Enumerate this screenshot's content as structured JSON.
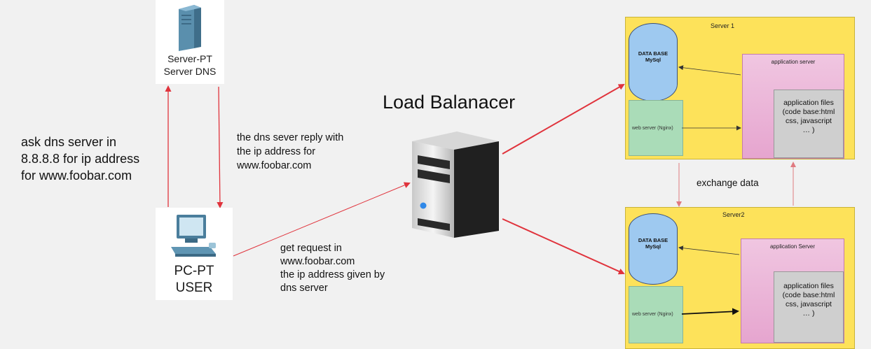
{
  "dns_server": {
    "label_line1": "Server-PT",
    "label_line2": "Server DNS"
  },
  "user_pc": {
    "label_line1": "PC-PT",
    "label_line2": "USER"
  },
  "load_balancer": {
    "title": "Load Balanacer"
  },
  "notes": {
    "ask_dns": "ask dns server in\n8.8.8.8 for ip address\nfor www.foobar.com",
    "dns_reply": "the dns sever reply with\nthe ip address for\nwww.foobar.com",
    "get_request": "get request in\nwww.foobar.com\nthe ip address given by\ndns server",
    "exchange": "exchange data"
  },
  "server1": {
    "title": "Server 1",
    "db_line1": "DATA  BASE",
    "db_line2": "MySql",
    "web": "web server (Nginx)",
    "app": "application server",
    "files": "application files\n(code base:html\ncss, javascript\n… )"
  },
  "server2": {
    "title": "Server2",
    "db_line1": "DATA  BASE",
    "db_line2": "MySql",
    "web": "web server (Nginx)",
    "app": "application Server",
    "files": "application files\n(code base:html\ncss, javascript\n… )"
  },
  "colors": {
    "arrow_red": "#e0333c",
    "server_yellow": "#fde25a",
    "db_blue": "#9ec9f0",
    "web_green": "#aadcb8",
    "app_pink": "#e7a9d0",
    "files_gray": "#cfcfcf"
  }
}
